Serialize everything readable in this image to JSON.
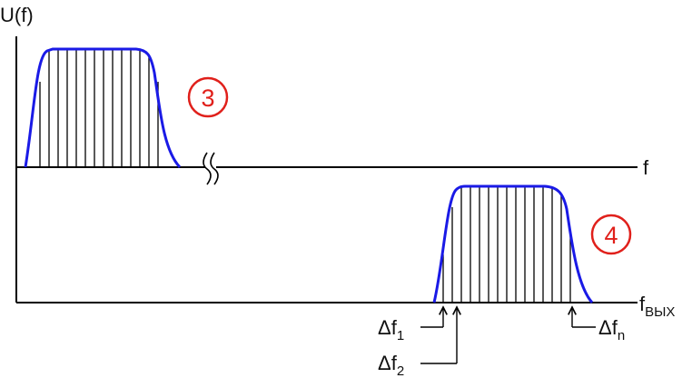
{
  "colors": {
    "axis": "#000000",
    "envelope": "#1a1ae6",
    "hatch": "#000000",
    "marker": "#e0201b"
  },
  "y_axis_label": "U(f)",
  "top_axis_label": "f",
  "bottom_axis": {
    "label_main": "f",
    "label_sub": "ВЫХ"
  },
  "markers": [
    {
      "text": "3"
    },
    {
      "text": "4"
    }
  ],
  "callouts": {
    "df1": {
      "main": "Δf",
      "sub": "1"
    },
    "df2": {
      "main": "Δf",
      "sub": "2"
    },
    "dfn": {
      "main": "Δf",
      "sub": "n"
    }
  }
}
